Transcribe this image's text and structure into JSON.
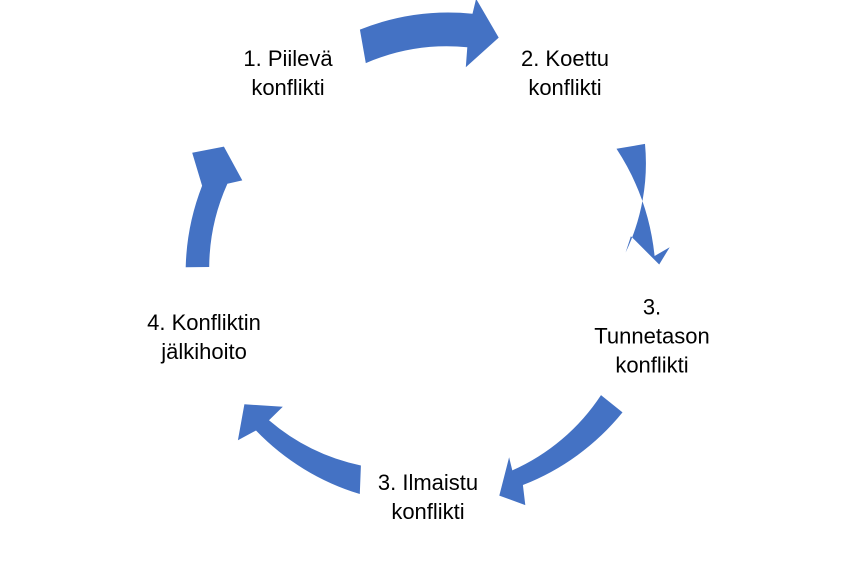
{
  "diagram": {
    "type": "cycle",
    "arrow_color": "#4472C4",
    "text_color": "#000000",
    "nodes": [
      {
        "id": "n1",
        "lines": [
          "1. Piilevä",
          "konflikti"
        ]
      },
      {
        "id": "n2",
        "lines": [
          "2. Koettu",
          "konflikti"
        ]
      },
      {
        "id": "n3",
        "lines": [
          "3.",
          "Tunnetason",
          "konflikti"
        ]
      },
      {
        "id": "n4",
        "lines": [
          "3. Ilmaistu",
          "konflikti"
        ]
      },
      {
        "id": "n5",
        "lines": [
          "4. Konfliktin",
          "jälkihoito"
        ]
      }
    ],
    "arrows": [
      {
        "from": "n1",
        "to": "n2"
      },
      {
        "from": "n2",
        "to": "n3"
      },
      {
        "from": "n3",
        "to": "n4"
      },
      {
        "from": "n4",
        "to": "n5"
      },
      {
        "from": "n5",
        "to": "n1"
      }
    ]
  }
}
